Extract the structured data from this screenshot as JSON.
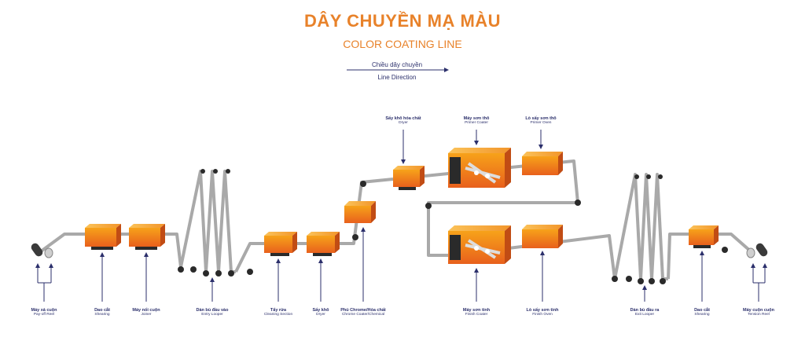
{
  "title": "DÂY CHUYỀN MẠ MÀU",
  "subtitle": "COLOR COATING LINE",
  "direction": {
    "vn": "Chiều dây chuyền",
    "en": "Line Direction"
  },
  "stations": [
    {
      "id": "payoff",
      "vn": "Máy xả cuộn",
      "en": "Pay-off Reel"
    },
    {
      "id": "shear1",
      "vn": "Dao cắt",
      "en": "Shearing"
    },
    {
      "id": "joiner",
      "vn": "Máy nối cuộn",
      "en": "Joiner"
    },
    {
      "id": "entry-looper",
      "vn": "Dàn bù đầu vào",
      "en": "Entry Looper"
    },
    {
      "id": "cleaning",
      "vn": "Tẩy rửa",
      "en": "Cleaning Section"
    },
    {
      "id": "dryer1",
      "vn": "Sấy khô",
      "en": "Dryer"
    },
    {
      "id": "chrome",
      "vn": "Phủ Chrome/Hóa chất",
      "en": "Chrome Coater/Chemical"
    },
    {
      "id": "dryer2",
      "vn": "Sấy khô hóa chất",
      "en": "Dryer"
    },
    {
      "id": "primer-coater",
      "vn": "Máy sơn thô",
      "en": "Primer Coater"
    },
    {
      "id": "primer-oven",
      "vn": "Lò sấy sơn thô",
      "en": "Primer Oven"
    },
    {
      "id": "finish-coater",
      "vn": "Máy sơn tinh",
      "en": "Finish Coater"
    },
    {
      "id": "finish-oven",
      "vn": "Lò sấy sơn tinh",
      "en": "Finish Oven"
    },
    {
      "id": "exit-looper",
      "vn": "Dàn bù đầu ra",
      "en": "Exit Looper"
    },
    {
      "id": "shear2",
      "vn": "Dao cắt",
      "en": "Shearing"
    },
    {
      "id": "tension",
      "vn": "Máy cuộn cuộn",
      "en": "Tension Reel"
    }
  ],
  "colors": {
    "accent": "#e8822a",
    "navy": "#2b2f6b",
    "strip": "#b8b8b8"
  }
}
